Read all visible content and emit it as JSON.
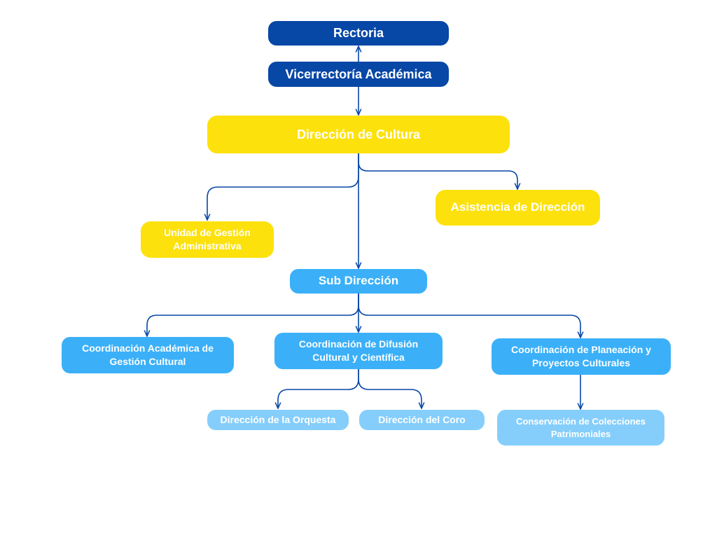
{
  "nodes": {
    "rectoria": "Rectoria",
    "vicerrectoria": "Vicerrectoría Académica",
    "direccion_cultura": "Dirección de Cultura",
    "unidad_gestion": "Unidad de Gestión\nAdministrativa",
    "asistencia": "Asistencia de Dirección",
    "sub_direccion": "Sub Dirección",
    "coord_academica": "Coordinación Académica de\nGestión Cultural",
    "coord_difusion": "Coordinación de Difusión\nCultural y Científica",
    "coord_planeacion": "Coordinación de Planeación y\nProyectos Culturales",
    "orquesta": "Dirección de la Orquesta",
    "coro": "Dirección del Coro",
    "conservacion": "Conservación de Colecciones\nPatrimoniales"
  },
  "colors": {
    "dark_blue": "#0747a6",
    "yellow": "#fde10c",
    "mid_blue": "#3bb0f8",
    "light_blue": "#85cefb",
    "connector": "#0747a6"
  }
}
